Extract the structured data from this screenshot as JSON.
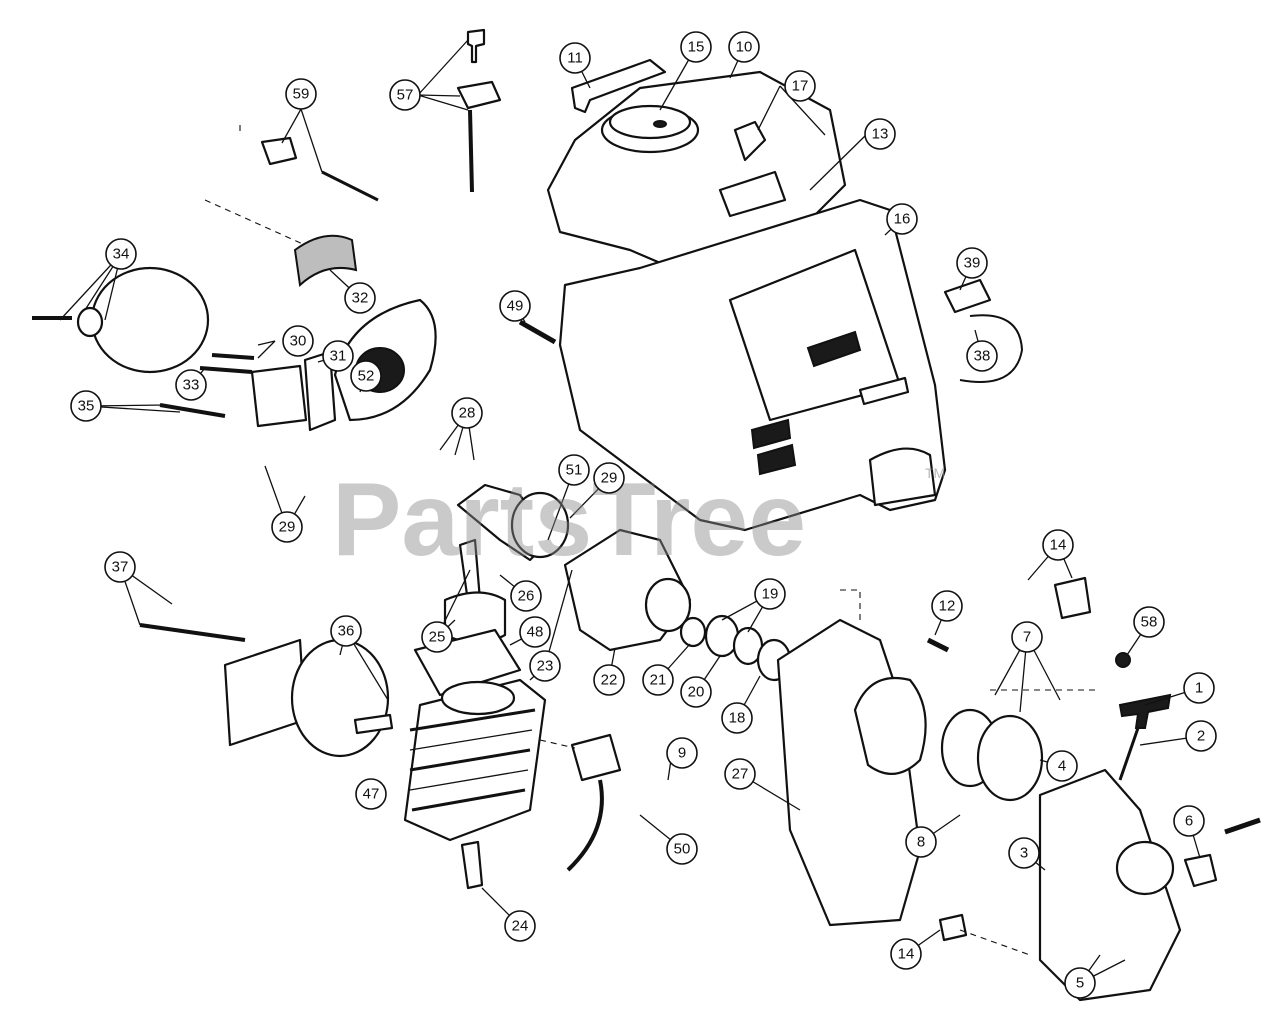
{
  "watermark": {
    "text": "PartsTree",
    "trademark": "TM"
  },
  "colors": {
    "ink": "#111111",
    "paper": "#ffffff",
    "watermark": "#8a8a8a"
  },
  "callouts": [
    {
      "id": "c59",
      "label": "59"
    },
    {
      "id": "c57",
      "label": "57"
    },
    {
      "id": "c11",
      "label": "11"
    },
    {
      "id": "c15",
      "label": "15"
    },
    {
      "id": "c10",
      "label": "10"
    },
    {
      "id": "c17",
      "label": "17"
    },
    {
      "id": "c13",
      "label": "13"
    },
    {
      "id": "c16",
      "label": "16"
    },
    {
      "id": "c39",
      "label": "39"
    },
    {
      "id": "c38",
      "label": "38"
    },
    {
      "id": "c34",
      "label": "34"
    },
    {
      "id": "c32",
      "label": "32"
    },
    {
      "id": "c49",
      "label": "49"
    },
    {
      "id": "c30",
      "label": "30"
    },
    {
      "id": "c31",
      "label": "31"
    },
    {
      "id": "c52",
      "label": "52"
    },
    {
      "id": "c33",
      "label": "33"
    },
    {
      "id": "c35",
      "label": "35"
    },
    {
      "id": "c28",
      "label": "28"
    },
    {
      "id": "c29a",
      "label": "29"
    },
    {
      "id": "c51",
      "label": "51"
    },
    {
      "id": "c29b",
      "label": "29"
    },
    {
      "id": "c26",
      "label": "26"
    },
    {
      "id": "c25",
      "label": "25"
    },
    {
      "id": "c37",
      "label": "37"
    },
    {
      "id": "c36",
      "label": "36"
    },
    {
      "id": "c48",
      "label": "48"
    },
    {
      "id": "c23",
      "label": "23"
    },
    {
      "id": "c22",
      "label": "22"
    },
    {
      "id": "c21",
      "label": "21"
    },
    {
      "id": "c19",
      "label": "19"
    },
    {
      "id": "c20",
      "label": "20"
    },
    {
      "id": "c18",
      "label": "18"
    },
    {
      "id": "c12",
      "label": "12"
    },
    {
      "id": "c14a",
      "label": "14"
    },
    {
      "id": "c58",
      "label": "58"
    },
    {
      "id": "c7",
      "label": "7"
    },
    {
      "id": "c1",
      "label": "1"
    },
    {
      "id": "c2",
      "label": "2"
    },
    {
      "id": "c47",
      "label": "47"
    },
    {
      "id": "c9",
      "label": "9"
    },
    {
      "id": "c27",
      "label": "27"
    },
    {
      "id": "c4",
      "label": "4"
    },
    {
      "id": "c50",
      "label": "50"
    },
    {
      "id": "c8",
      "label": "8"
    },
    {
      "id": "c3",
      "label": "3"
    },
    {
      "id": "c6",
      "label": "6"
    },
    {
      "id": "c24",
      "label": "24"
    },
    {
      "id": "c14b",
      "label": "14"
    },
    {
      "id": "c5",
      "label": "5"
    }
  ]
}
